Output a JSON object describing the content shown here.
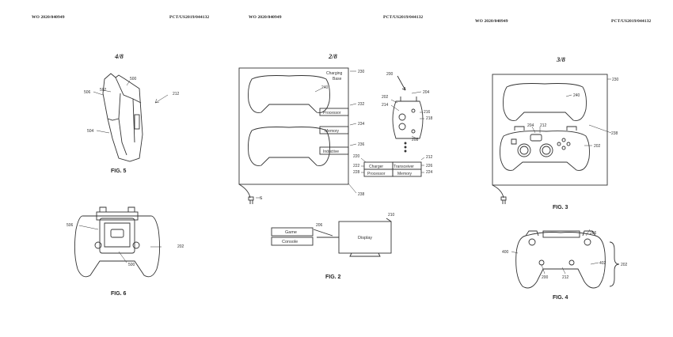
{
  "sheets": [
    {
      "header_left": "WO 2020/040949",
      "header_right": "PCT/US2019/044132",
      "page": "4/8",
      "figures": [
        {
          "label": "FIG. 5",
          "refs": [
            "500",
            "502",
            "506",
            "504",
            "212"
          ]
        },
        {
          "label": "FIG. 6",
          "refs": [
            "506",
            "202",
            "500"
          ]
        }
      ]
    },
    {
      "header_left": "WO 2020/040949",
      "header_right": "PCT/US2019/044132",
      "page": "2/8",
      "figures": [
        {
          "label": "FIG. 2",
          "refs": [
            "230",
            "240",
            "232",
            "234",
            "236",
            "238",
            "200",
            "202",
            "204",
            "214",
            "216",
            "218",
            "208",
            "212",
            "220",
            "222",
            "226",
            "224",
            "206",
            "210"
          ]
        }
      ],
      "boxes": {
        "charging_base": "Charging\nBase",
        "processor": "Processor",
        "memory": "Memory",
        "inductive": "Inductive",
        "charger": "Charger",
        "transceiver": "Transceiver",
        "processor2": "Processor",
        "memory2": "Memory",
        "game": "Game",
        "console": "Console",
        "display": "Display"
      }
    },
    {
      "header_left": "WO 2020/040949",
      "header_right": "PCT/US2019/044132",
      "page": "3/8",
      "figures": [
        {
          "label": "FIG. 3",
          "refs": [
            "230",
            "240",
            "238",
            "204",
            "212",
            "202"
          ]
        },
        {
          "label": "FIG. 4",
          "refs": [
            "206",
            "400",
            "402",
            "202",
            "200",
            "212"
          ]
        }
      ]
    }
  ]
}
